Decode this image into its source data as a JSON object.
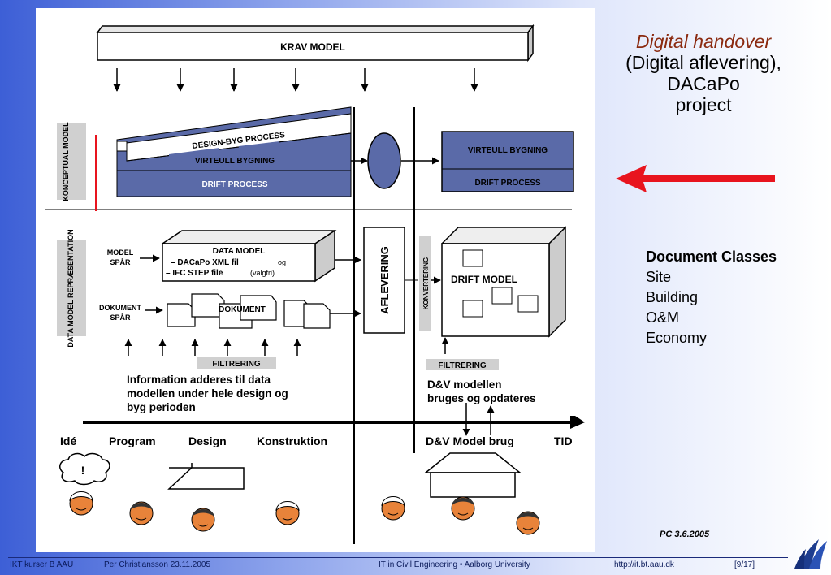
{
  "diagram": {
    "krav_model": "KRAV MODEL",
    "konceptual_label": "KONCEPTUAL MODEL",
    "design_byg": "DESIGN-BYG PROCESS",
    "virtuell_left": "VIRTEULL BYGNING",
    "drift_left": "DRIFT PROCESS",
    "virtuell_right": "VIRTEULL BYGNING",
    "drift_right": "DRIFT PROCESS",
    "data_model_label": "DATA MODEL REPRÆSENTATION",
    "model_spor": [
      "MODEL",
      "SPÅR"
    ],
    "data_model_title": "DATA MODEL",
    "data_model_line1": "– DACaPo XML fil",
    "data_model_line1_suffix": "og",
    "data_model_line2": "– IFC STEP file",
    "data_model_line2_suffix": "(valgfri)",
    "dokument_spor": [
      "DOKUMENT",
      "SPÅR"
    ],
    "dokument": "DOKUMENT",
    "aflevering": "AFLEVERING",
    "konvertering": "KONVERTERING",
    "drift_model": "DRIFT MODEL",
    "filtrering_left": "FILTRERING",
    "filtrering_right": "FILTRERING",
    "info_text": [
      "Information adderes til data",
      "modellen under hele design og",
      "byg perioden"
    ],
    "dv_text": [
      "D&V modellen",
      "bruges og opdateres"
    ],
    "timeline": [
      "Idé",
      "Program",
      "Design",
      "Konstruktion",
      "D&V Model brug",
      "TID"
    ],
    "cloud_mark": "!"
  },
  "title": {
    "line1": "Digital handover",
    "line2": "(Digital aflevering),",
    "line3": "DACaPo",
    "line4": "project"
  },
  "document_classes": {
    "heading": "Document Classes",
    "items": [
      "Site",
      "Building",
      "O&M",
      "Economy"
    ]
  },
  "pc_date": "PC 3.6.2005",
  "footer": {
    "course": "IKT kurser B AAU",
    "author": "Per Christiansson 23.11.2005",
    "institution": "IT in Civil Engineering • Aalborg University",
    "url": "http://it.bt.aau.dk",
    "page": "[9/17]"
  },
  "colors": {
    "accent_blue": "#5a6aa8",
    "arrow_red": "#e8141e",
    "title_italic": "#8b2a10",
    "face": "#e8833a"
  }
}
